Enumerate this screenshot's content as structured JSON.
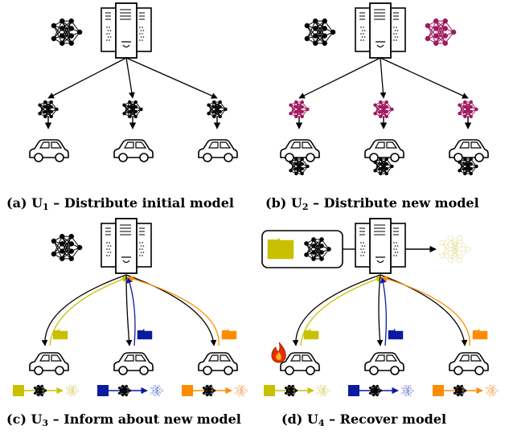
{
  "colors": {
    "black": "#000000",
    "magenta": "#a0185c",
    "olive": "#c8c000",
    "navy": "#0b1aa0",
    "orange": "#ff8c00",
    "fire": "#e03000",
    "pale_olive": "#d8d070",
    "pale_orange": "#f0a860",
    "pale_navy": "#7080d0"
  },
  "icons": [
    "server-icon",
    "neural-network-icon",
    "car-icon",
    "folder-icon",
    "fire-icon",
    "arrow-icon"
  ],
  "captions": [
    {
      "prefix": "(a) U",
      "sub": "1",
      "rest": " – Distribute initial model"
    },
    {
      "prefix": "(b) U",
      "sub": "2",
      "rest": " – Distribute new model"
    },
    {
      "prefix": "(c) U",
      "sub": "3",
      "rest": " – Inform about new model"
    },
    {
      "prefix": "(d) U",
      "sub": "4",
      "rest": " – Recover model"
    }
  ]
}
